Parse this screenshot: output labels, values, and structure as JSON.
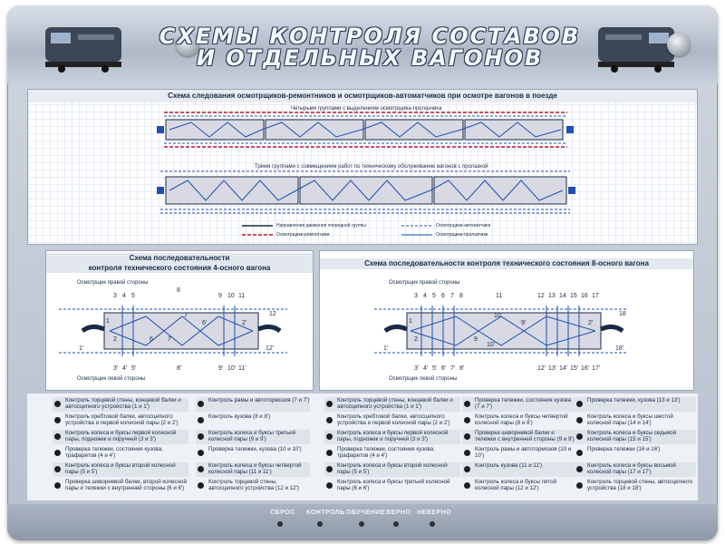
{
  "header": {
    "title_line1": "СХЕМЫ КОНТРОЛЯ СОСТАВОВ",
    "title_line2": "И ОТДЕЛЬНЫХ ВАГОНОВ"
  },
  "top_panel": {
    "title": "Схема следования осмотрщиков-ремонтников и осмотрщиков-автоматчиков при осмотре вагонов в поезде",
    "label_four": "Четырьмя группами с выделением осмотрщика-пролазчика",
    "label_three": "Тремя группами с совмещением работ по техническому обслуживанию вагонов с пролазкой",
    "legend": [
      "Направления движения очередной группы",
      "Осмотрщики-ремонтники",
      "Осмотрщики-автоматчики",
      "Осмотрщики-пролазчики"
    ]
  },
  "panel_4axle": {
    "title_line1": "Схема последовательности",
    "title_line2": "контроля технического состояния 4-осного вагона",
    "label_right": "Осмотрщик правой стороны",
    "label_left": "Осмотрщик левой стороны",
    "top_nums": [
      "3",
      "4",
      "5",
      "8",
      "9",
      "10",
      "11",
      "12"
    ],
    "bot_nums": [
      "3'",
      "4'",
      "5'",
      "8'",
      "9'",
      "10'",
      "11'",
      "12'"
    ],
    "inner": [
      "1",
      "2",
      "6",
      "7",
      "6'",
      "7'",
      "2'",
      "1'"
    ]
  },
  "panel_8axle": {
    "title": "Схема последовательности контроля технического состояния 8-осного вагона",
    "label_right": "Осмотрщик правой стороны",
    "label_left": "Осмотрщик левой стороны",
    "top_nums": [
      "3",
      "4",
      "5",
      "6",
      "7",
      "8",
      "11",
      "12",
      "13",
      "14",
      "15",
      "16",
      "17",
      "18"
    ],
    "bot_nums": [
      "3'",
      "4'",
      "5'",
      "6'",
      "7'",
      "8'",
      "12'",
      "13'",
      "14'",
      "15'",
      "16'",
      "17'",
      "18'"
    ],
    "inner": [
      "1",
      "2",
      "9",
      "10",
      "9'",
      "10'",
      "2'",
      "1'"
    ]
  },
  "legend_items": {
    "col1": [
      "Контроль торцевой стены, концевой балки и автосцепного устройства (1 и 1')",
      "Контроль хребтовой балки, автосцепного устройства и первой колесной пары (2 и 2')",
      "Контроль колеса и буксы первой колесной пары, подножек и поручней (3 и 3')",
      "Проверка тележки, состояния кузова, трафаретов (4 и 4')",
      "Контроль колеса и буксы второй колесной пары (5 и 5')",
      "Проверка шкворневой балки, второй колесной пары и тележки с внутренней стороны (6 и 6')"
    ],
    "col2": [
      "Контроль рамы и автотормозов (7 и 7')",
      "Контроль кузова (8 и 8')",
      "Контроль колеса и буксы третьей колесной пары (9 и 9')",
      "Проверка тележки, кузова (10 и 10')",
      "Контроль колеса и буксы четвертой колесной пары (11 и 11')",
      "Контроль торцевой стены, автосцепного устройства (12 и 12')"
    ],
    "col3": [
      "Контроль торцевой стены, концевой балки и автосцепного устройства (1 и 1')",
      "Контроль хребтовой балки, автосцепного устройства и первой колесной пары (2 и 2')",
      "Контроль колеса и буксы первой колесной пары, подножек и поручней (3 и 3')",
      "Проверка тележки, состояния кузова, трафаретов (4 и 4')",
      "Контроль колеса и буксы второй колесной пары (5 и 5')",
      "Контроль колеса и буксы третьей колесной пары (6 и 6')"
    ],
    "col4": [
      "Проверка тележки, состояния кузова (7 и 7')",
      "Контроль колеса и буксы четвертой колесной пары (8 и 8')",
      "Проверка шкворневой балки и тележки с внутренней стороны (9 и 9')",
      "Контроль рамы и автотормозов (10 и 10')",
      "Контроль кузова (11 и 11')",
      "Контроль колеса и буксы пятой колесной пары (12 и 12')"
    ],
    "col5": [
      "Проверка тележки, кузова (13 и 13')",
      "Контроль колеса и буксы шестой колесной пары (14 и 14')",
      "Контроль колеса и буксы седьмой колесной пары (15 и 15')",
      "Проверка тележки (16 и 16')",
      "Контроль колеса и буксы восьмой колесной пары (17 и 17')",
      "Контроль торцевой стены, автосцепного устройства (18 и 18')"
    ]
  },
  "footer": {
    "buttons": [
      "СБРОС",
      "КОНТРОЛЬ",
      "ОБУЧЕНИЕ",
      "ВЕРНО",
      "НЕВЕРНО"
    ]
  },
  "colors": {
    "red": "#c4162a",
    "blue": "#1f4fb0",
    "navy": "#1a2a44"
  }
}
